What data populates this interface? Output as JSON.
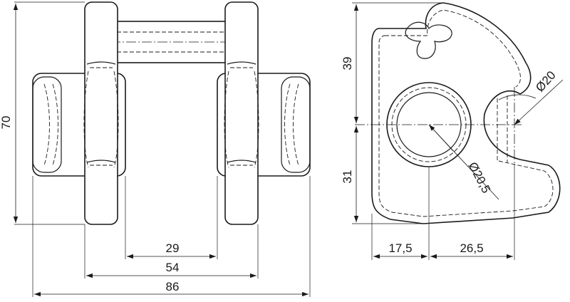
{
  "drawing": {
    "front_view": {
      "dimensions": {
        "overall_height": "70",
        "inner_gap_width": "29",
        "outer_plate_width": "54",
        "overall_width": "86"
      }
    },
    "side_view": {
      "dimensions": {
        "upper_height": "39",
        "lower_height": "31",
        "left_offset": "17,5",
        "right_offset": "26,5",
        "bore_diameter": "Ø20,5",
        "slot_diameter": "Ø20"
      }
    }
  }
}
